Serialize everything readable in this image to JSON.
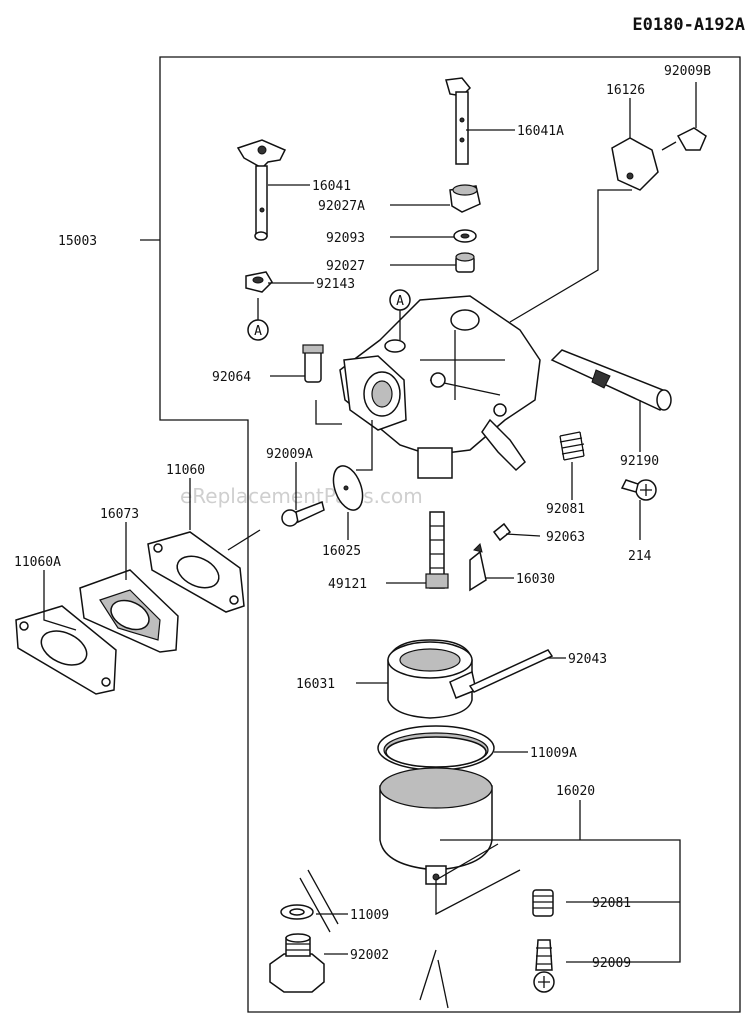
{
  "diagram_code": "E0180-A192A",
  "watermark": "eReplacementParts.com",
  "callouts": {
    "p15003": "15003",
    "p16041": "16041",
    "p16041A": "16041A",
    "p16126": "16126",
    "p92009B": "92009B",
    "p92027A": "92027A",
    "p92093": "92093",
    "p92027": "92027",
    "p92143": "92143",
    "refA1": "A",
    "refA2": "A",
    "p92064": "92064",
    "p92009A": "92009A",
    "p11060": "11060",
    "p16073": "16073",
    "p11060A": "11060A",
    "p16025": "16025",
    "p92190": "92190",
    "p92081a": "92081",
    "p92063": "92063",
    "p214": "214",
    "p49121": "49121",
    "p16030": "16030",
    "p16031": "16031",
    "p92043": "92043",
    "p11009A": "11009A",
    "p16020": "16020",
    "p11009": "11009",
    "p92081b": "92081",
    "p92002": "92002",
    "p92009": "92009"
  }
}
